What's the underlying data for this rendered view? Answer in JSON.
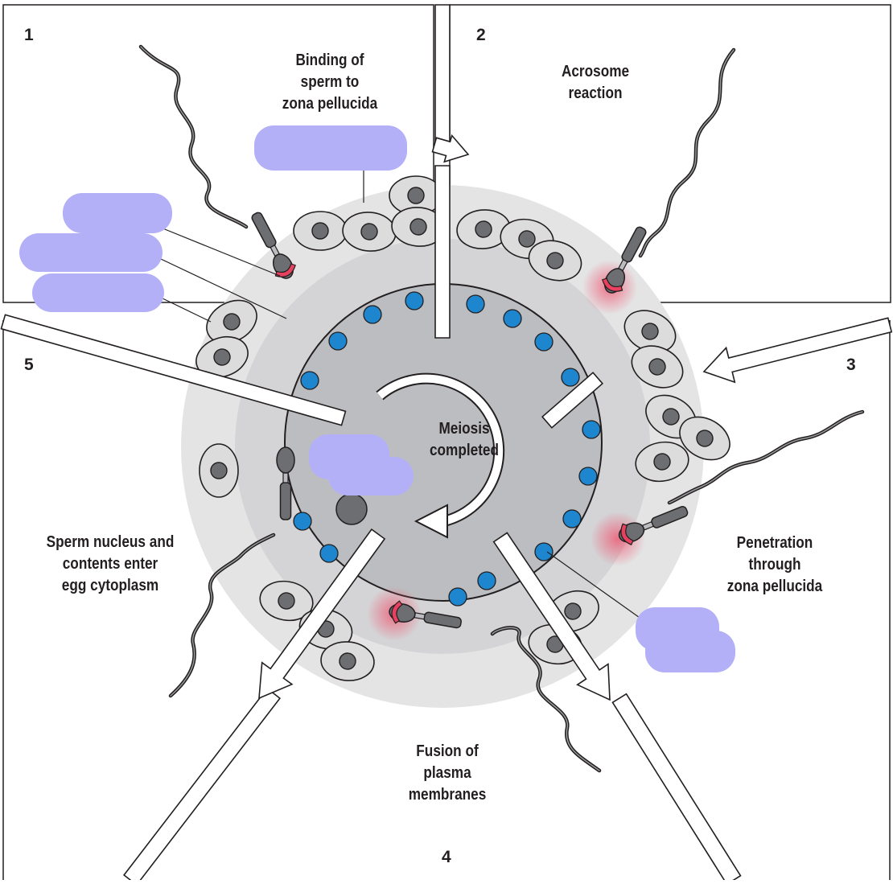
{
  "steps": [
    {
      "number": "1",
      "label_lines": [
        "Binding of",
        "sperm to",
        "zona pellucida"
      ]
    },
    {
      "number": "2",
      "label_lines": [
        "Acrosome",
        "reaction"
      ]
    },
    {
      "number": "3",
      "label_lines": [
        "Penetration",
        "through",
        "zona pellucida"
      ]
    },
    {
      "number": "4",
      "label_lines": [
        "Fusion of",
        "plasma",
        "membranes"
      ]
    },
    {
      "number": "5",
      "label_lines": [
        "Sperm nucleus and",
        "contents enter",
        "egg cytoplasm"
      ]
    }
  ],
  "center_label_lines": [
    "Meiosis",
    "completed"
  ],
  "colors": {
    "zona": "#d9d9da",
    "zona_outer": "#e4e4e5",
    "cytoplasm": "#bcbdc0",
    "cell": "#dcdcdd",
    "nucleus": "#6d6e71",
    "granule": "#1d86cf",
    "acrosome_glow": "#f04e6a",
    "redaction": "#b3b0f8",
    "ink": "#231f20"
  },
  "icons": [
    "sperm-icon",
    "follicle-cell-icon",
    "cortical-granule-icon",
    "cycle-arrow-icon",
    "step-arrow-icon"
  ]
}
